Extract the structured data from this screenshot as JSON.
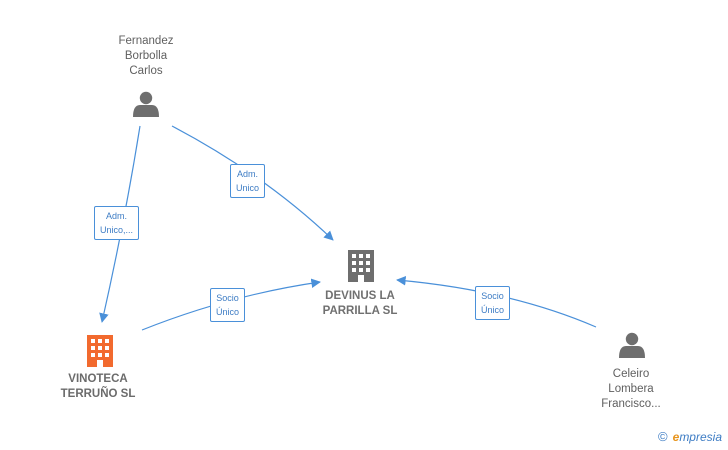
{
  "nodes": {
    "person_top": {
      "line1": "Fernandez",
      "line2": "Borbolla",
      "line3": "Carlos",
      "icon": "person-icon",
      "color": "#6e6e6e"
    },
    "person_right": {
      "line1": "Celeiro",
      "line2": "Lombera",
      "line3": "Francisco...",
      "icon": "person-icon",
      "color": "#6e6e6e"
    },
    "company_center": {
      "line1": "DEVINUS LA",
      "line2": "PARRILLA  SL",
      "icon": "building-icon",
      "color": "#6e6e6e"
    },
    "company_left": {
      "line1": "VINOTECA",
      "line2": "TERRUÑO  SL",
      "icon": "building-icon",
      "color": "#f26a2e"
    }
  },
  "edges": {
    "top_to_left": {
      "line1": "Adm.",
      "line2": "Unico,..."
    },
    "top_to_center": {
      "line1": "Adm.",
      "line2": "Unico"
    },
    "left_to_center": {
      "line1": "Socio",
      "line2": "Único"
    },
    "right_to_center": {
      "line1": "Socio",
      "line2": "Único"
    }
  },
  "colors": {
    "edge": "#4a90d9",
    "edge_label_text": "#3d7cc4"
  },
  "watermark": {
    "symbol": "©",
    "initial": "e",
    "rest": "mpresia"
  }
}
